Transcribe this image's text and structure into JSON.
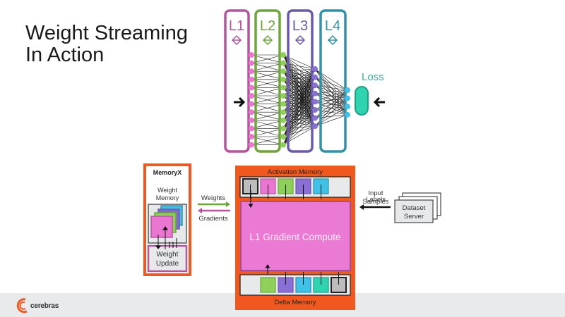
{
  "title": {
    "line1": "Weight Streaming",
    "line2": "In Action"
  },
  "network": {
    "layers": [
      {
        "label": "L1",
        "color": "#b4559e"
      },
      {
        "label": "L2",
        "color": "#6ea43c"
      },
      {
        "label": "L3",
        "color": "#6c5aa8"
      },
      {
        "label": "L4",
        "color": "#2e93a8"
      }
    ],
    "loss_label": "Loss",
    "loss_color": "#2fd3b0"
  },
  "memoryx": {
    "title": "MemoryX",
    "weight_memory_label_1": "Weight",
    "weight_memory_label_2": "Memory",
    "weight_update_label_1": "Weight",
    "weight_update_label_2": "Update"
  },
  "arrows": {
    "weights": "Weights",
    "gradients": "Gradients"
  },
  "wafer": {
    "activation_memory": "Activation Memory",
    "compute_label": "L1 Gradient Compute",
    "delta_memory": "Delta Memory",
    "border_color": "#f0581f"
  },
  "dataset": {
    "input_label": "Input",
    "labels_label": "Labels",
    "samples_label": "Samples",
    "server_line1": "Dataset",
    "server_line2": "Server"
  },
  "footer": {
    "brand": "cerebras"
  }
}
